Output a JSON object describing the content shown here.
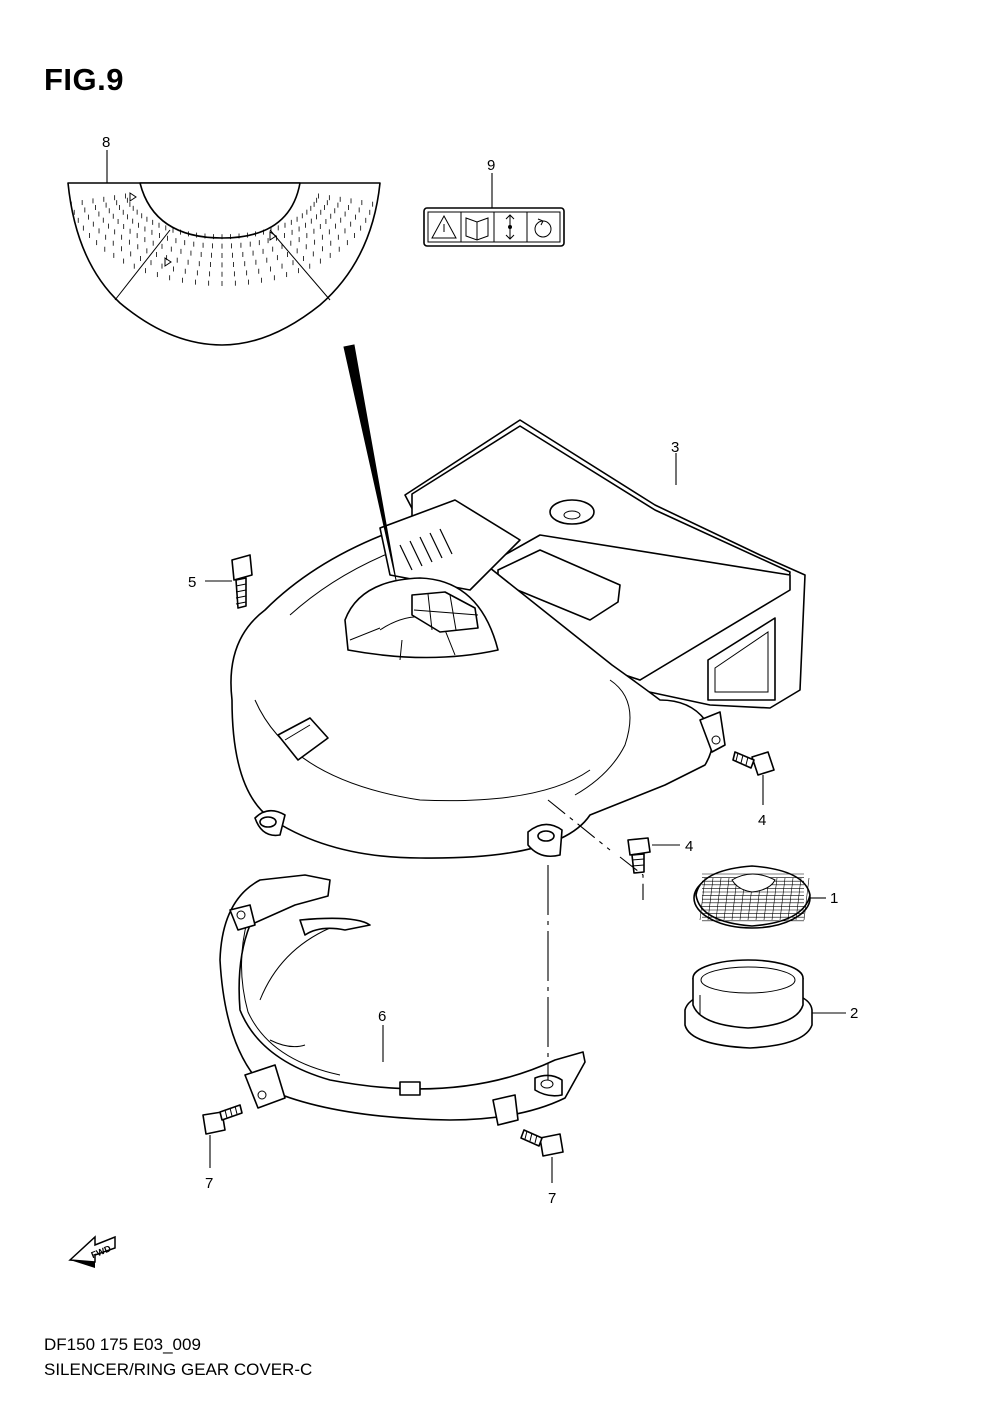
{
  "figure": {
    "title": "FIG.9",
    "code": "DF150 175 E03_009",
    "name": "SILENCER/RING GEAR COVER-C"
  },
  "callouts": [
    {
      "id": "c1",
      "label": "1"
    },
    {
      "id": "c2",
      "label": "2"
    },
    {
      "id": "c3",
      "label": "3"
    },
    {
      "id": "c4a",
      "label": "4"
    },
    {
      "id": "c4b",
      "label": "4"
    },
    {
      "id": "c5",
      "label": "5"
    },
    {
      "id": "c6",
      "label": "6"
    },
    {
      "id": "c7a",
      "label": "7"
    },
    {
      "id": "c7b",
      "label": "7"
    },
    {
      "id": "c8",
      "label": "8"
    },
    {
      "id": "c9",
      "label": "9"
    }
  ],
  "fwd_label": "FWD",
  "icons": {
    "warning": "warning-triangle-icon",
    "manual": "manual-book-icon",
    "updown": "up-down-arrow-icon",
    "rotation": "rotation-icon",
    "fwd": "forward-arrow-icon"
  },
  "colors": {
    "line": "#000000",
    "background": "#ffffff"
  }
}
